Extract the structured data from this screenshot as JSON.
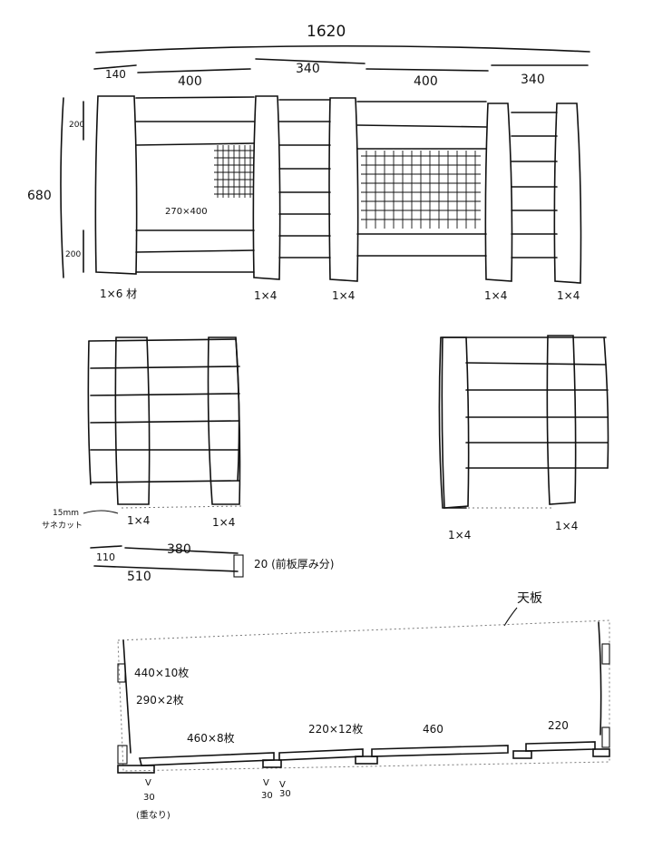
{
  "top": {
    "total_width": "1620",
    "segments": [
      "140",
      "400",
      "340",
      "400",
      "340"
    ],
    "height": "680",
    "rail_top": "200",
    "rail_bottom": "200",
    "opening_size": "270×400",
    "labels": [
      "1×6 材",
      "1×4",
      "1×4",
      "1×4",
      "1×4"
    ]
  },
  "side_left": {
    "note_size": "15mm",
    "note_text": "サネカット",
    "labels": [
      "1×4",
      "1×4"
    ],
    "dim_a": "110",
    "dim_b": "380",
    "dim_total": "510",
    "dim_extra": "20 (前板厚み分)"
  },
  "side_right": {
    "labels": [
      "1×4",
      "1×4"
    ]
  },
  "bottom": {
    "top_board_label": "天板",
    "boards_a": "440×10枚",
    "boards_b": "290×2枚",
    "boards_c": "460×8枚",
    "boards_d": "220×12枚",
    "dim_460": "460",
    "dim_220": "220",
    "dim_30_a": "30",
    "dim_30_b": "30",
    "dim_30_c": "30",
    "overlap_note": "(重なり)"
  }
}
